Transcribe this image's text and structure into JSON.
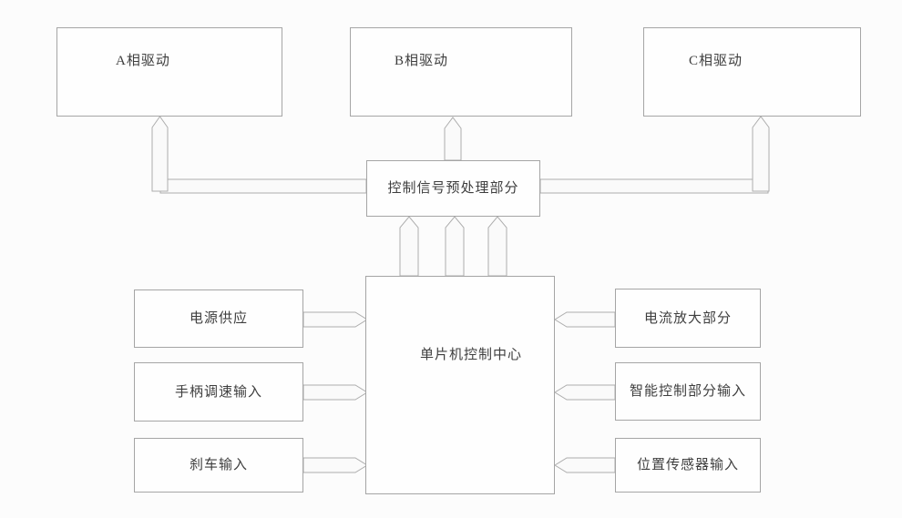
{
  "diagram": {
    "nodes": {
      "phase_a": {
        "label": "A相驱动"
      },
      "phase_b": {
        "label": "B相驱动"
      },
      "phase_c": {
        "label": "C相驱动"
      },
      "preprocess": {
        "label": "控制信号预处理部分"
      },
      "mcu": {
        "label": "单片机控制中心"
      },
      "power": {
        "label": "电源供应"
      },
      "throttle": {
        "label": "手柄调速输入"
      },
      "brake": {
        "label": "刹车输入"
      },
      "current_amp": {
        "label": "电流放大部分"
      },
      "intelligent": {
        "label": "智能控制部分输入"
      },
      "position_sensor": {
        "label": "位置传感器输入"
      }
    },
    "colors": {
      "background": "#fcfcfc",
      "box_fill": "#fefefe",
      "box_border": "#a5a5a5",
      "arrow_fill": "#fafafa",
      "arrow_border": "#adadad",
      "text": "#3e3e3e"
    }
  }
}
